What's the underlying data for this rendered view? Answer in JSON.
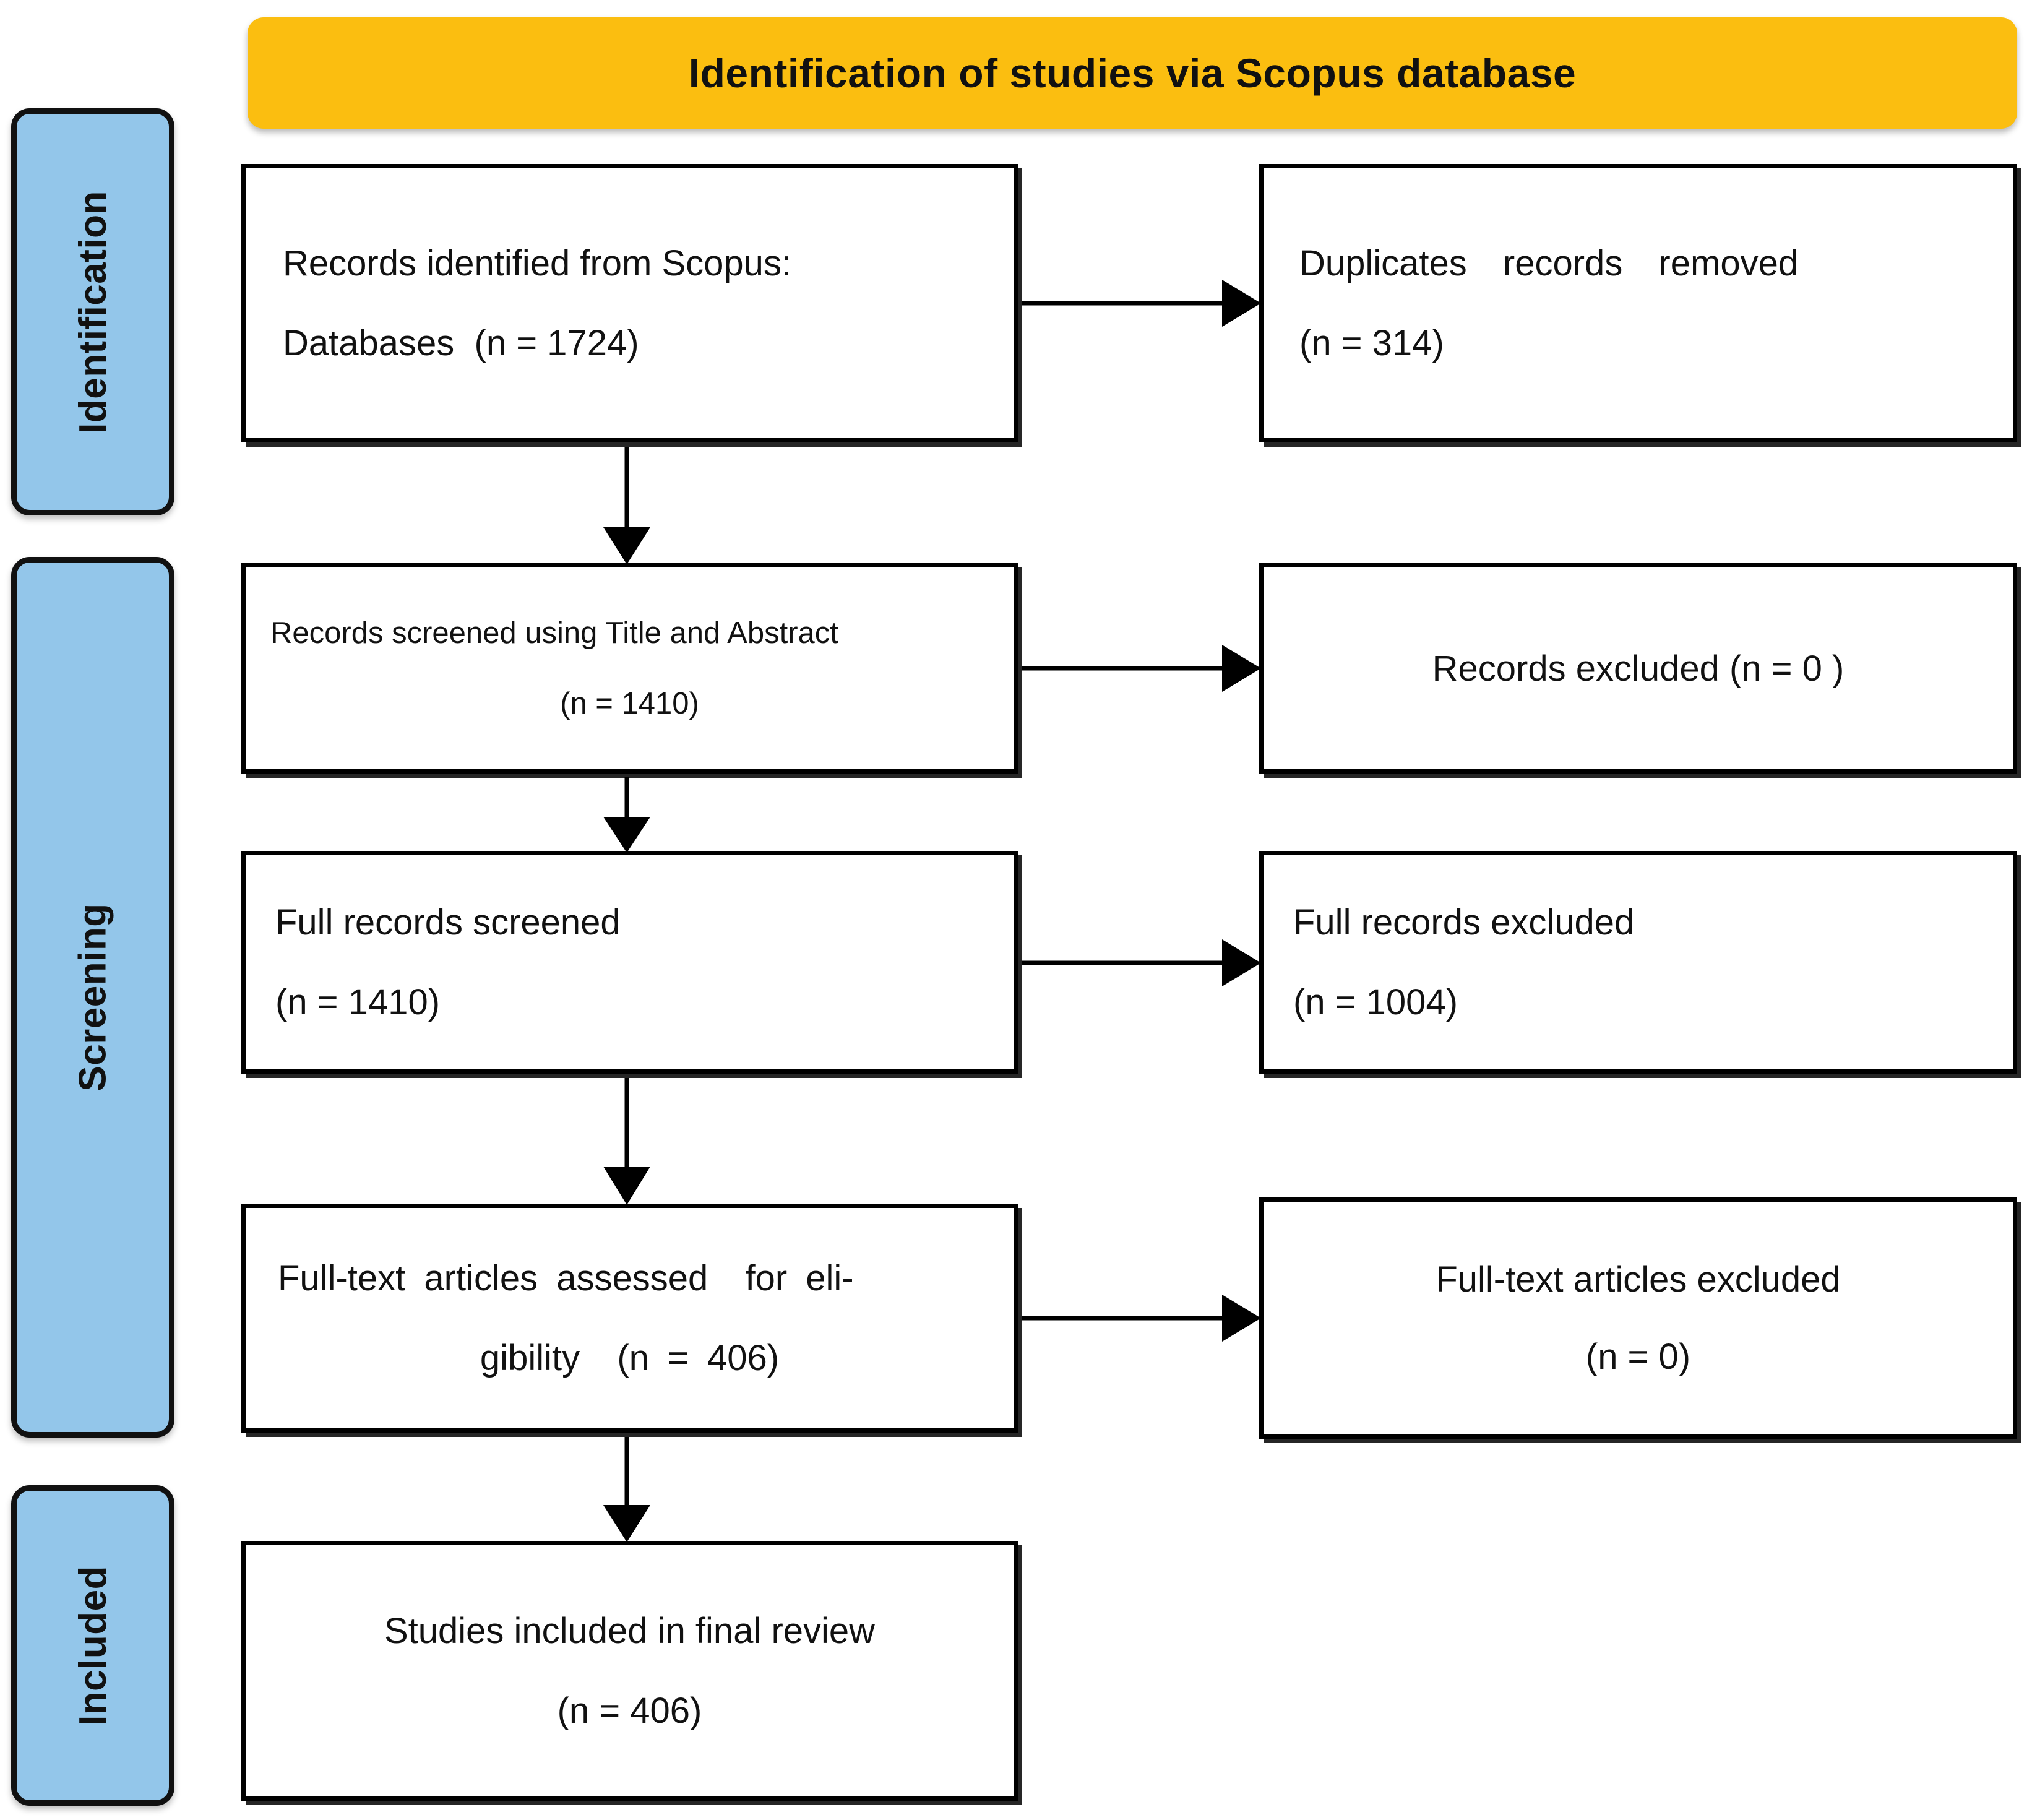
{
  "banner": {
    "title": "Identification of studies via Scopus database",
    "color": "#FBBE10"
  },
  "phases": [
    {
      "id": "identification",
      "label": "Identification",
      "color": "#93C6EA"
    },
    {
      "id": "screening",
      "label": "Screening",
      "color": "#93C6EA"
    },
    {
      "id": "included",
      "label": "Included",
      "color": "#93C6EA"
    }
  ],
  "flow": {
    "identified": {
      "line1": "Records identified from Scopus:",
      "line2": "Databases  (n = 1724)"
    },
    "duplicates": {
      "line1": "Duplicates records removed",
      "line2": "(n = 314)"
    },
    "screened": {
      "line1": "Records screened using Title and Abstract",
      "line2": "(n = 1410)"
    },
    "records_excluded": {
      "line1": "Records excluded (n = 0 )"
    },
    "full_screened": {
      "line1": "Full records screened",
      "line2": "(n = 1410)"
    },
    "full_excluded": {
      "line1": "Full records excluded",
      "line2": "(n = 1004)"
    },
    "eligibility": {
      "line1": "Full-text articles assessed  for eli-",
      "line2": "gibility  (n = 406)"
    },
    "fulltext_excluded": {
      "line1": "Full-text articles excluded",
      "line2": "(n = 0)"
    },
    "included": {
      "line1": "Studies included in final review",
      "line2": "(n = 406)"
    }
  },
  "chart_data": {
    "type": "diagram",
    "title": "Identification of studies via Scopus database",
    "nodes": [
      {
        "id": "identified",
        "phase": "Identification",
        "label": "Records identified from Scopus: Databases",
        "n": 1724
      },
      {
        "id": "duplicates",
        "phase": "Identification",
        "label": "Duplicates records removed",
        "n": 314
      },
      {
        "id": "screened",
        "phase": "Screening",
        "label": "Records screened using Title and Abstract",
        "n": 1410
      },
      {
        "id": "records_excluded",
        "phase": "Screening",
        "label": "Records excluded",
        "n": 0
      },
      {
        "id": "full_screened",
        "phase": "Screening",
        "label": "Full records screened",
        "n": 1410
      },
      {
        "id": "full_excluded",
        "phase": "Screening",
        "label": "Full records excluded",
        "n": 1004
      },
      {
        "id": "eligibility",
        "phase": "Screening",
        "label": "Full-text articles assessed for eligibility",
        "n": 406
      },
      {
        "id": "fulltext_excluded",
        "phase": "Screening",
        "label": "Full-text articles excluded",
        "n": 0
      },
      {
        "id": "included",
        "phase": "Included",
        "label": "Studies included in final review",
        "n": 406
      }
    ],
    "edges": [
      {
        "from": "identified",
        "to": "duplicates",
        "direction": "right"
      },
      {
        "from": "identified",
        "to": "screened",
        "direction": "down"
      },
      {
        "from": "screened",
        "to": "records_excluded",
        "direction": "right"
      },
      {
        "from": "screened",
        "to": "full_screened",
        "direction": "down"
      },
      {
        "from": "full_screened",
        "to": "full_excluded",
        "direction": "right"
      },
      {
        "from": "full_screened",
        "to": "eligibility",
        "direction": "down"
      },
      {
        "from": "eligibility",
        "to": "fulltext_excluded",
        "direction": "right"
      },
      {
        "from": "eligibility",
        "to": "included",
        "direction": "down"
      }
    ]
  }
}
